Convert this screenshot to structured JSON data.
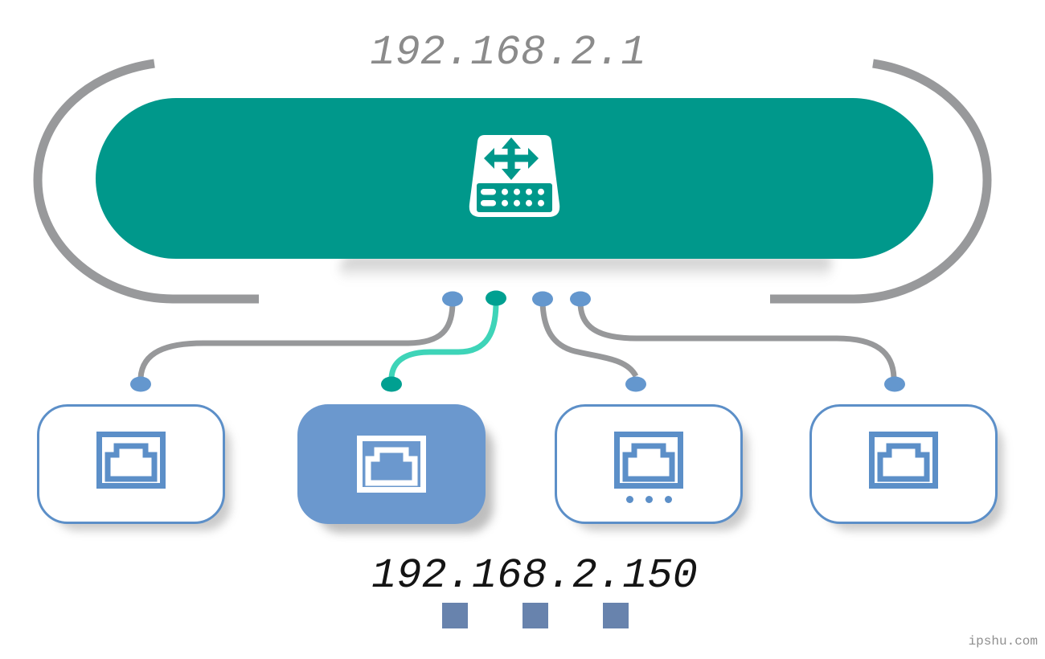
{
  "diagram": {
    "router": {
      "ip": "192.168.2.1",
      "icon": "network-switch-icon"
    },
    "client": {
      "ip": "192.168.2.150",
      "connected_device_index": 2
    },
    "devices": [
      {
        "id": 1,
        "icon": "ethernet-port-icon",
        "highlighted": false,
        "has_ellipsis": false,
        "connector_color": "#97989a"
      },
      {
        "id": 2,
        "icon": "ethernet-port-icon",
        "highlighted": true,
        "has_ellipsis": false,
        "connector_color": "#3ed4b8"
      },
      {
        "id": 3,
        "icon": "ethernet-port-icon",
        "highlighted": false,
        "has_ellipsis": true,
        "connector_color": "#97989a"
      },
      {
        "id": 4,
        "icon": "ethernet-port-icon",
        "highlighted": false,
        "has_ellipsis": false,
        "connector_color": "#97989a"
      }
    ],
    "colors": {
      "teal": "#00988b",
      "teal_light": "#3ed4b8",
      "teal_dot": "#00a091",
      "line_gray": "#97989a",
      "dot_blue": "#6497ce",
      "box_border_blue": "#5c8fc8",
      "box_fill_blue": "#6b98ce",
      "marker_square_blue": "#6883ad",
      "router_ip_gray": "#8b8b8b",
      "client_ip_dark": "#141414"
    }
  },
  "watermark": "ipshu.com"
}
